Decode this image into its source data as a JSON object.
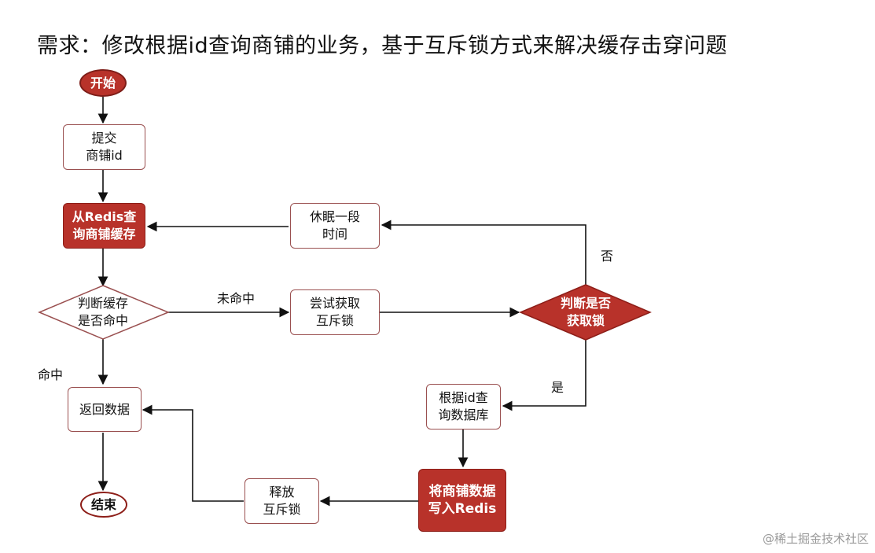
{
  "title": "需求：修改根据id查询商铺的业务，基于互斥锁方式来解决缓存击穿问题",
  "nodes": {
    "start": "开始",
    "submit_id": "提交\n商铺id",
    "query_redis": "从Redis查\n询商铺缓存",
    "check_cache_hit": "判断缓存\n是否命中",
    "try_lock": "尝试获取\n互斥锁",
    "check_lock": "判断是否\n获取锁",
    "sleep": "休眠一段\n时间",
    "query_db": "根据id查\n询数据库",
    "write_redis": "将商铺数据\n写入Redis",
    "release_lock": "释放\n互斥锁",
    "return_data": "返回数据",
    "end": "结束"
  },
  "edge_labels": {
    "miss": "未命中",
    "hit": "命中",
    "no": "否",
    "yes": "是"
  },
  "watermark": "@稀土掘金技术社区",
  "colors": {
    "accent_red": "#b8322a",
    "border_red": "#9a5050",
    "line": "#111111"
  }
}
